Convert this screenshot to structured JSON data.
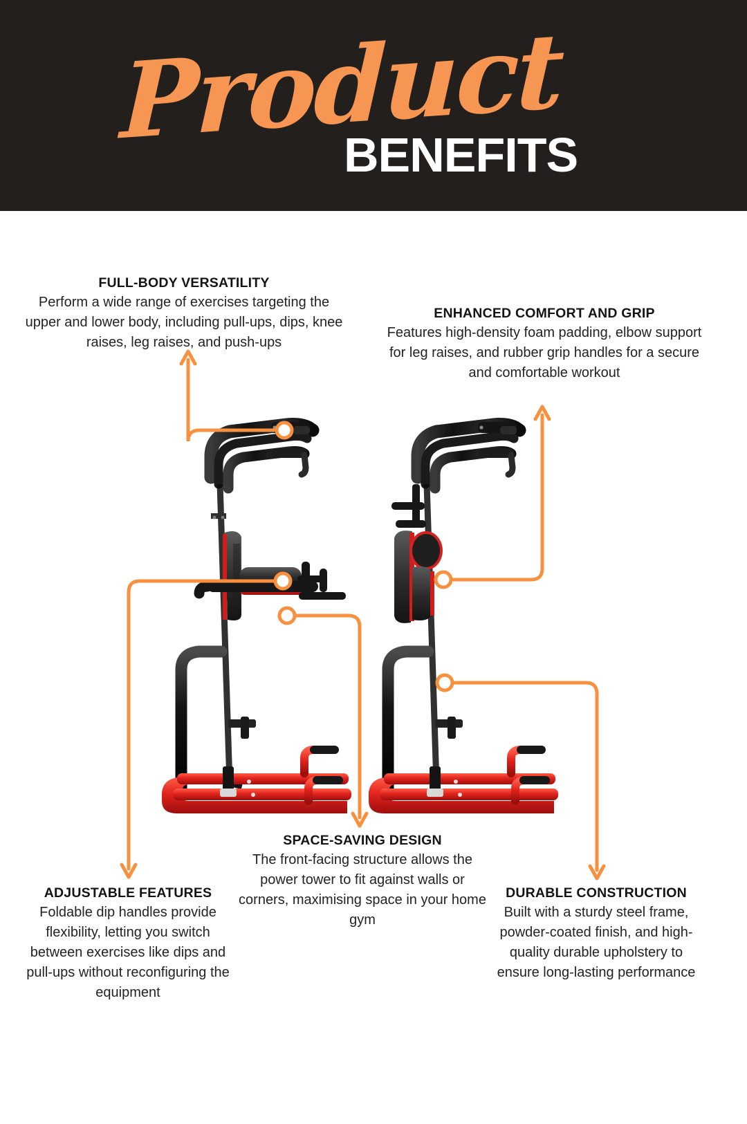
{
  "header": {
    "script_word": "Product",
    "bold_word": "BENEFITS",
    "background_color": "#231f1c",
    "accent_color": "#f79653",
    "bold_word_color": "#ffffff"
  },
  "theme": {
    "accent_orange": "#F7913F",
    "connector_orange": "#F7913F",
    "page_background": "#ffffff",
    "text_color": "#1a1a1a",
    "product_red": "#e02828",
    "product_black": "#1c1c1c"
  },
  "callouts": [
    {
      "id": "full-body-versatility",
      "title": "FULL-BODY VERSATILITY",
      "body": "Perform a wide range of exercises targeting the upper and lower body, including pull-ups, dips, knee raises, leg raises, and push-ups"
    },
    {
      "id": "enhanced-comfort-and-grip",
      "title": "ENHANCED COMFORT AND GRIP",
      "body": "Features high-density foam padding, elbow support for leg raises, and rubber grip handles for a secure and comfortable workout"
    },
    {
      "id": "space-saving-design",
      "title": "SPACE-SAVING DESIGN",
      "body": "The front-facing structure allows the power tower to fit against walls or corners, maximising space in your home gym"
    },
    {
      "id": "adjustable-features",
      "title": "ADJUSTABLE FEATURES",
      "body": "Foldable dip handles provide flexibility, letting you switch between exercises like dips and pull-ups without reconfiguring the equipment"
    },
    {
      "id": "durable-construction",
      "title": "DURABLE CONSTRUCTION",
      "body": "Built with a sturdy steel frame, powder-coated finish, and high-quality durable upholstery to ensure long-lasting performance"
    }
  ],
  "product": {
    "name": "power-tower-home-gym",
    "views": [
      "side-view-left",
      "side-view-right"
    ]
  }
}
